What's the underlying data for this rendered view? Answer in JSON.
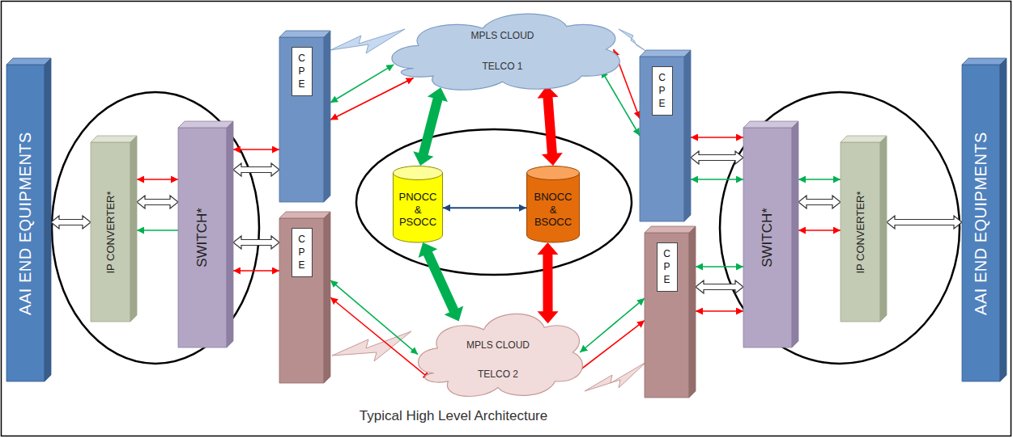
{
  "diagram": {
    "caption": "Typical High Level Architecture",
    "nodes": [
      {
        "text": [
          "AAI END EQUIPMENTS"
        ]
      },
      {
        "text": [
          "IP CONVERTER*"
        ]
      },
      {
        "text": [
          "SWITCH*"
        ]
      },
      {
        "text": [
          "C P E"
        ]
      },
      {
        "text": [
          "C P E"
        ]
      },
      {
        "text": [
          "MPLS CLOUD",
          "TELCO 1"
        ]
      },
      {
        "text": [
          "PNOCC & PSOCC"
        ]
      },
      {
        "text": [
          "BNOCC & BSOCC"
        ]
      },
      {
        "text": [
          "MPLS CLOUD",
          "TELCO 2"
        ]
      },
      {
        "text": [
          "C P E"
        ]
      },
      {
        "text": [
          "C P E"
        ]
      },
      {
        "text": [
          "SWITCH*"
        ]
      },
      {
        "text": [
          "IP CONVERTER*"
        ]
      },
      {
        "text": [
          "AAI END EQUIPMENTS"
        ]
      }
    ],
    "edges": [
      {
        "from": 0,
        "to": 1,
        "arrow": "both"
      },
      {
        "from": 1,
        "to": 2,
        "arrow": "both"
      },
      {
        "from": 1,
        "to": 2,
        "arrow": "both"
      },
      {
        "from": 2,
        "to": 1,
        "arrow": "to"
      },
      {
        "from": 2,
        "to": 3,
        "arrow": "both"
      },
      {
        "from": 2,
        "to": 3,
        "arrow": "both"
      },
      {
        "from": 2,
        "to": 4,
        "arrow": "both"
      },
      {
        "from": 2,
        "to": 4,
        "arrow": "both"
      },
      {
        "from": 3,
        "to": 5,
        "arrow": "both"
      },
      {
        "from": 3,
        "to": 5,
        "arrow": "both"
      },
      {
        "from": 4,
        "to": 8,
        "arrow": "both"
      },
      {
        "from": 4,
        "to": 8,
        "arrow": "both"
      },
      {
        "from": 5,
        "to": 6,
        "arrow": "both"
      },
      {
        "from": 5,
        "to": 7,
        "arrow": "both"
      },
      {
        "from": 6,
        "to": 7,
        "arrow": "both"
      },
      {
        "from": 6,
        "to": 8,
        "arrow": "both"
      },
      {
        "from": 7,
        "to": 8,
        "arrow": "both"
      },
      {
        "from": 5,
        "to": 9,
        "arrow": "both"
      },
      {
        "from": 5,
        "to": 9,
        "arrow": "both"
      },
      {
        "from": 8,
        "to": 10,
        "arrow": "both"
      },
      {
        "from": 8,
        "to": 10,
        "arrow": "both"
      },
      {
        "from": 9,
        "to": 11,
        "arrow": "both"
      },
      {
        "from": 9,
        "to": 11,
        "arrow": "both"
      },
      {
        "from": 9,
        "to": 11,
        "arrow": "both"
      },
      {
        "from": 10,
        "to": 11,
        "arrow": "both"
      },
      {
        "from": 10,
        "to": 11,
        "arrow": "both"
      },
      {
        "from": 10,
        "to": 11,
        "arrow": "both"
      },
      {
        "from": 11,
        "to": 12,
        "arrow": "both"
      },
      {
        "from": 11,
        "to": 12,
        "arrow": "both"
      },
      {
        "from": 11,
        "to": 12,
        "arrow": "both"
      },
      {
        "from": 12,
        "to": 13,
        "arrow": "both"
      }
    ]
  }
}
